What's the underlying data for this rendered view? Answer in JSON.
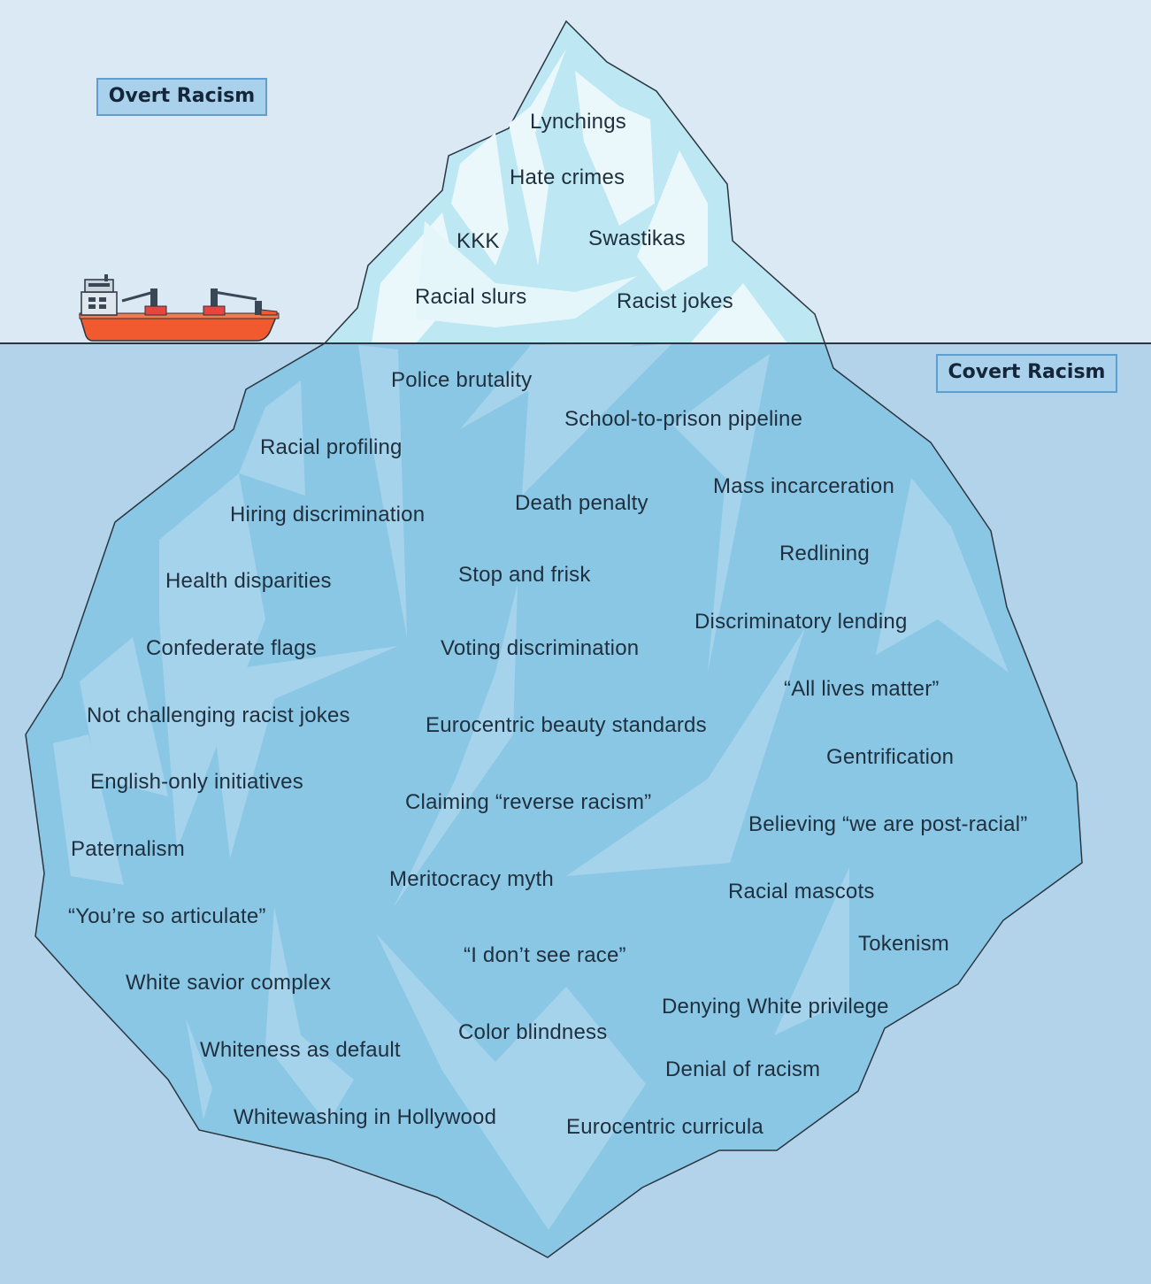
{
  "sections": {
    "overt": "Overt Racism",
    "covert": "Covert Racism"
  },
  "colors": {
    "sky": "#dbe9f5",
    "water": "#b2d3ea",
    "ice_above": "#e8f6fb",
    "ice_below": "#88c6e5",
    "ship_hull": "#f05a2e",
    "label_box": "#a9d1ec"
  },
  "above_water": [
    "Lynchings",
    "Hate crimes",
    "KKK",
    "Swastikas",
    "Racial slurs",
    "Racist jokes"
  ],
  "below_water": [
    "Police brutality",
    "School-to-prison pipeline",
    "Racial profiling",
    "Mass incarceration",
    "Hiring discrimination",
    "Death penalty",
    "Redlining",
    "Health disparities",
    "Stop and frisk",
    "Discriminatory lending",
    "Confederate flags",
    "Voting discrimination",
    "“All lives matter”",
    "Not challenging racist jokes",
    "Eurocentric beauty standards",
    "Gentrification",
    "English-only initiatives",
    "Claiming “reverse racism”",
    "Believing “we are post-racial”",
    "Paternalism",
    "Meritocracy myth",
    "Racial mascots",
    "“You’re so articulate”",
    "Tokenism",
    "“I don’t see race”",
    "White savior complex",
    "Denying White privilege",
    "Color blindness",
    "Whiteness as default",
    "Denial of racism",
    "Whitewashing in Hollywood",
    "Eurocentric curricula"
  ]
}
